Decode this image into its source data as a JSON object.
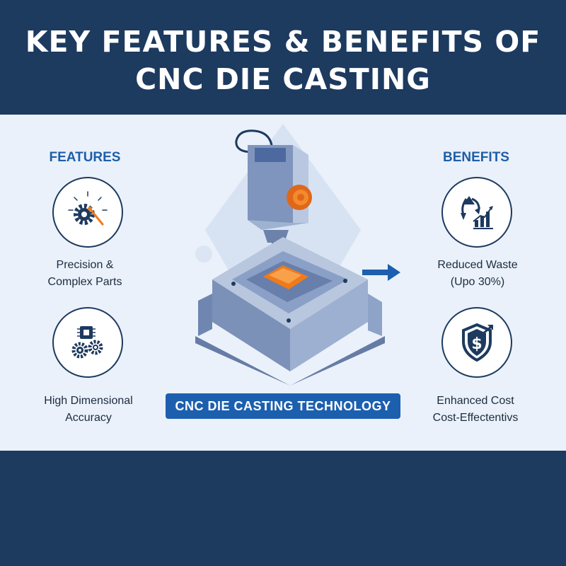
{
  "header": {
    "title_line1": "KEY FEATURES & BENEFITS OF",
    "title_line2": "CNC DIE CASTING"
  },
  "features": {
    "heading": "FEATURES",
    "items": [
      {
        "icon": "gear-wrench-icon",
        "line1": "Precision &",
        "line2": "Complex Parts"
      },
      {
        "icon": "chip-gears-icon",
        "line1": "High Dimensional",
        "line2": "Accuracy"
      }
    ]
  },
  "benefits": {
    "heading": "BENEFITS",
    "items": [
      {
        "icon": "recycle-chart-icon",
        "line1": "Reduced Waste",
        "line2": "(Upo 30%)"
      },
      {
        "icon": "shield-dollar-icon",
        "line1": "Enhanced Cost",
        "line2": "Cost-Effectentivs"
      }
    ]
  },
  "center": {
    "badge": "CNC DIE CASTING TECHNOLOGY",
    "illustration": "cnc-machine-mold-illustration"
  },
  "colors": {
    "navy": "#1d3a5f",
    "accent_blue": "#1c5fae",
    "panel": "#eaf1fa",
    "orange": "#f07a1a"
  }
}
